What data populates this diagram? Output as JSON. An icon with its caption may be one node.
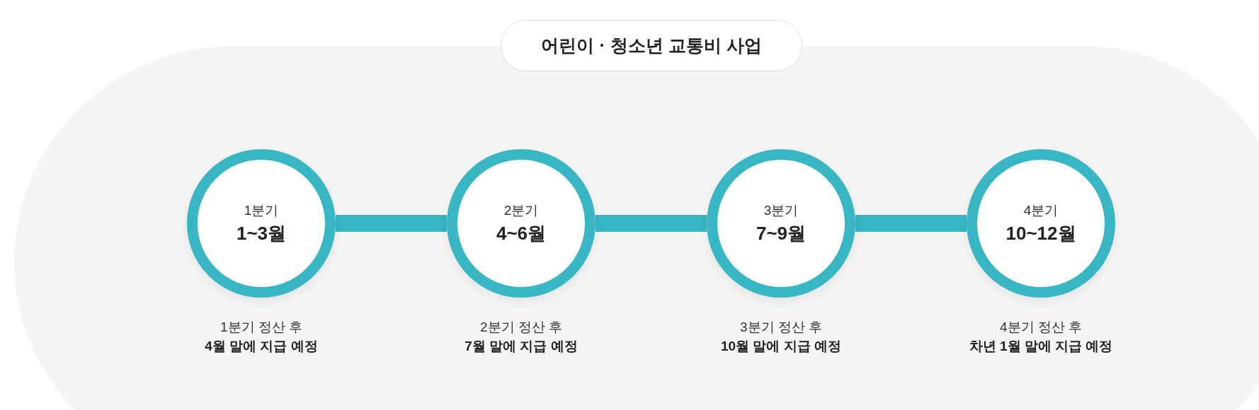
{
  "diagram": {
    "title": "어린이 · 청소년 교통비 사업",
    "nodes": [
      {
        "text": [
          "1분기",
          "1~3월"
        ],
        "beside": [
          "1분기 정산 후",
          "4월 말에 지급 예정"
        ]
      },
      {
        "text": [
          "2분기",
          "4~6월"
        ],
        "beside": [
          "2분기 정산 후",
          "7월 말에 지급 예정"
        ]
      },
      {
        "text": [
          "3분기",
          "7~9월"
        ],
        "beside": [
          "3분기 정산 후",
          "10월 말에 지급 예정"
        ]
      },
      {
        "text": [
          "4분기",
          "10~12월"
        ],
        "beside": [
          "4분기 정산 후",
          "차년 1월 말에 지급 예정"
        ]
      }
    ],
    "edges": [
      {
        "from": 0,
        "to": 1,
        "arrow": "none"
      },
      {
        "from": 1,
        "to": 2,
        "arrow": "none"
      },
      {
        "from": 2,
        "to": 3,
        "arrow": "none"
      }
    ]
  }
}
